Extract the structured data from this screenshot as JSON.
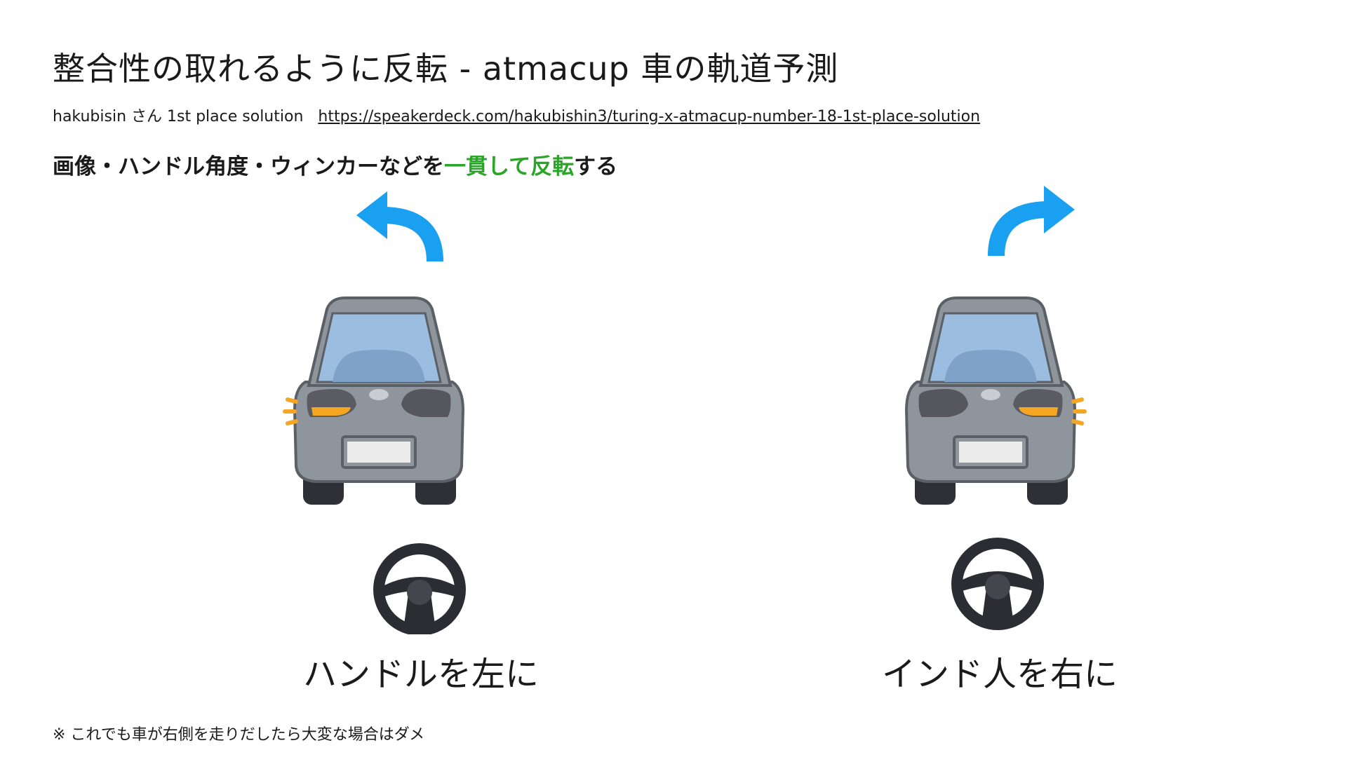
{
  "slide": {
    "title": "整合性の取れるように反転 - atmacup 車の軌道予測",
    "author": "hakubisin さん 1st place solution",
    "link": "https://speakerdeck.com/hakubishin3/turing-x-atmacup-number-18-1st-place-solution",
    "headline_pre": "画像・ハンドル角度・ウィンカーなどを",
    "headline_highlight": "一貫して反転",
    "headline_post": "する",
    "left_caption": "ハンドルを左に",
    "right_caption": "インド人を右に",
    "footnote": "※ これでも車が右側を走りだしたら大変な場合はダメ"
  },
  "colors": {
    "arrow": "#1aa0f0",
    "highlight": "#2aa52a",
    "blinker": "#f5a623",
    "car_body": "#8f959c",
    "wheel": "#2b2d33"
  },
  "icons": {
    "left_arrow": "curved-arrow-left-icon",
    "right_arrow": "curved-arrow-right-icon",
    "car": "car-rear-icon",
    "steering": "steering-wheel-icon"
  }
}
